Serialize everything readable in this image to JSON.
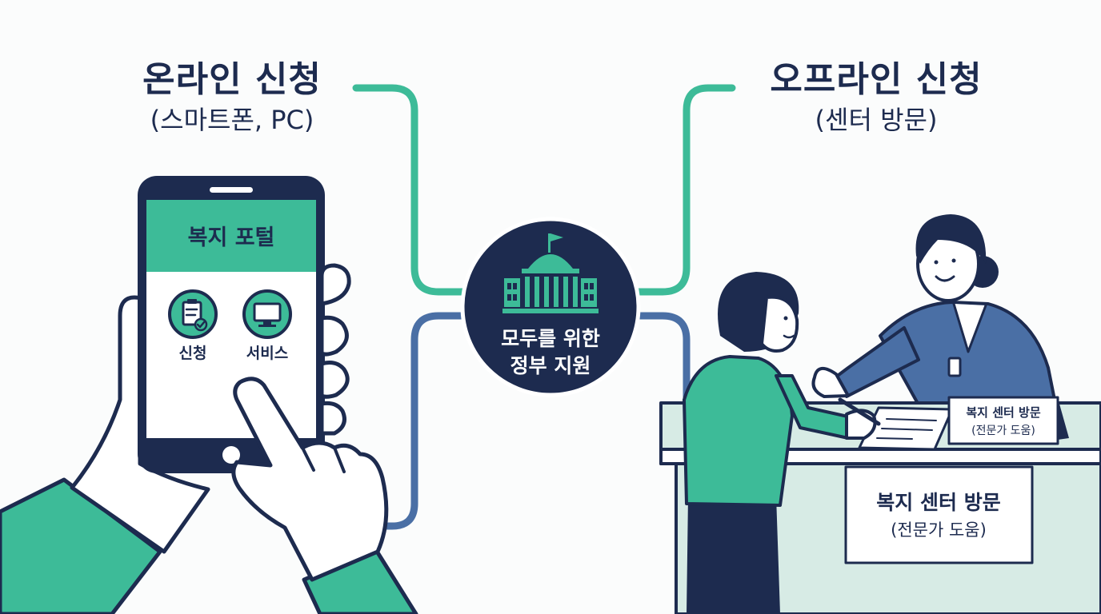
{
  "online": {
    "title": "온라인 신청",
    "subtitle": "(스마트폰, PC)"
  },
  "offline": {
    "title": "오프라인 신청",
    "subtitle": "(센터 방문)"
  },
  "phone": {
    "portal_title": "복지 포털",
    "icons": [
      {
        "label": "신청",
        "icon": "clipboard-check-icon"
      },
      {
        "label": "서비스",
        "icon": "monitor-icon"
      }
    ]
  },
  "center_badge": {
    "line1": "모두를 위한",
    "line2": "정부 지원",
    "icon": "government-building-icon"
  },
  "desk_sign": {
    "line1": "복지 센터 방문",
    "line2": "(전문가 도움)"
  },
  "counter_sign": {
    "line1": "복지 센터 방문",
    "line2": "(전문가 도움)"
  },
  "colors": {
    "navy": "#1d2b4f",
    "teal": "#3dbb98",
    "blue": "#4a6fa5",
    "tealLight": "#d7ebe5"
  }
}
